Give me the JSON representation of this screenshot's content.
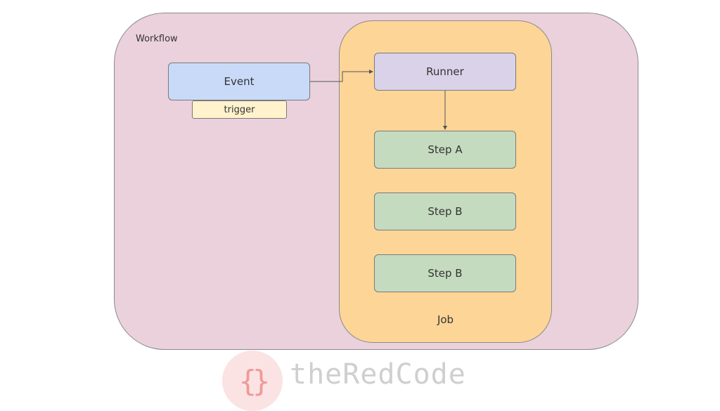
{
  "diagram": {
    "workflow": {
      "label": "Workflow"
    },
    "event": {
      "label": "Event",
      "trigger_label": "trigger"
    },
    "job": {
      "label": "Job",
      "runner_label": "Runner",
      "steps": [
        {
          "label": "Step A"
        },
        {
          "label": "Step B"
        },
        {
          "label": "Step B"
        }
      ]
    }
  },
  "watermark": {
    "braces": "{}",
    "text": "theRedCode"
  },
  "colors": {
    "workflow_fill": "#ead1dc",
    "job_fill": "#fdd597",
    "event_fill": "#c9daf8",
    "trigger_fill": "#fff2cc",
    "runner_fill": "#d9d2e9",
    "step_fill": "#c5dbbf",
    "watermark_circle": "#fbe3e3",
    "watermark_brace": "#ef9a9a"
  }
}
